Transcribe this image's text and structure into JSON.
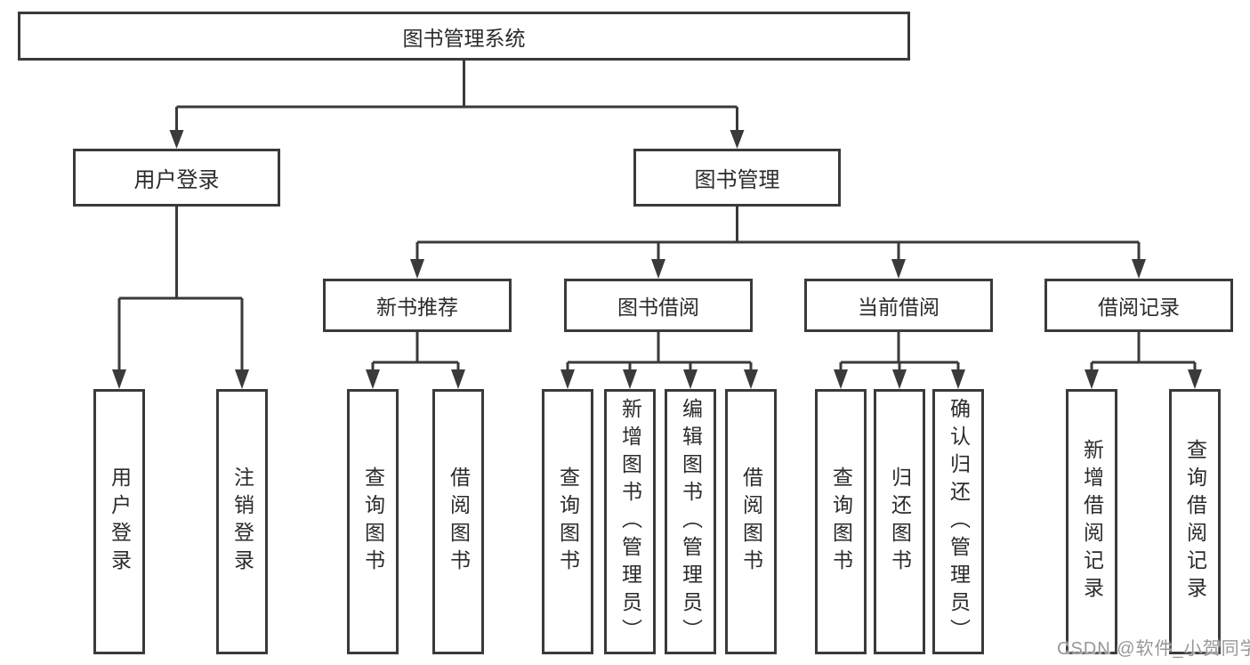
{
  "diagram": {
    "root": {
      "label": "图书管理系统"
    },
    "level2": [
      {
        "label": "用户登录"
      },
      {
        "label": "图书管理"
      }
    ],
    "level3": [
      {
        "label": "新书推荐"
      },
      {
        "label": "图书借阅"
      },
      {
        "label": "当前借阅"
      },
      {
        "label": "借阅记录"
      }
    ],
    "leaves": {
      "user_login": [
        "用户登录",
        "注销登录"
      ],
      "new_book": [
        "查询图书",
        "借阅图书"
      ],
      "book_borrow": [
        "查询图书",
        "新增图书（管理员）",
        "编辑图书（管理员）",
        "借阅图书"
      ],
      "current_borrow": [
        "查询图书",
        "归还图书",
        "确认归还（管理员）"
      ],
      "borrow_record": [
        "新增借阅记录",
        "查询借阅记录"
      ]
    }
  },
  "watermark": {
    "text": "CSDN @软件_小贺同学"
  },
  "colors": {
    "line": "#3a3a3a",
    "box_border": "#3a3a3a",
    "text": "#2b2b2b",
    "watermark": "#979797",
    "background": "#ffffff"
  }
}
